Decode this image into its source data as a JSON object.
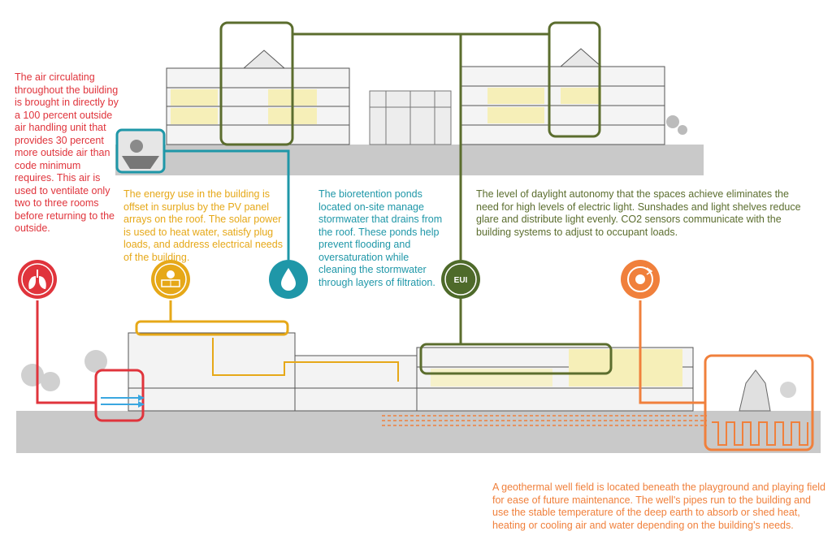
{
  "annotations": {
    "air": "The air circulating throughout the building is brought in directly by a 100 percent outside air handling unit that provides 30 percent more outside air than code minimum requires. This air is used to ventilate only two to three rooms before returning to the outside.",
    "energy": "The energy use in the building is offset in surplus by the PV panel arrays on the roof. The solar power is used to heat water, satisfy plug loads, and address electrical needs of the building.",
    "bioretention": "The bioretention ponds located on-site manage stormwater that drains from the roof. These ponds help prevent flooding and oversaturation while cleaning the stormwater through layers of filtration.",
    "daylight": "The level of daylight autonomy that the spaces achieve eliminates the need for high levels of electric light. Sunshades and light shelves reduce glare and distribute light evenly. CO2 sensors communicate with the building systems to adjust to occupant loads.",
    "geothermal": "A geothermal well field is located beneath the playground and playing field for ease of future maintenance. The well's pipes run to the building and use the stable temperature of the deep earth to absorb or shed heat, heating or cooling air and water depending on the building's needs."
  },
  "icons": {
    "air": {
      "name": "lungs-icon",
      "color": "#e0343c"
    },
    "energy": {
      "name": "solar-panel-icon",
      "color": "#e6a818"
    },
    "water": {
      "name": "water-drop-icon",
      "color": "#1f97a8"
    },
    "eui": {
      "name": "eui-leaf-icon",
      "color": "#4e6a2a",
      "label": "EUI"
    },
    "geothermal": {
      "name": "geothermal-icon",
      "color": "#f0803c"
    }
  },
  "colors": {
    "air": "#e0343c",
    "energy": "#e6a818",
    "water": "#1f97a8",
    "daylight": "#5b6d2e",
    "geothermal": "#f0803c",
    "ground": "#c9c9c9"
  }
}
